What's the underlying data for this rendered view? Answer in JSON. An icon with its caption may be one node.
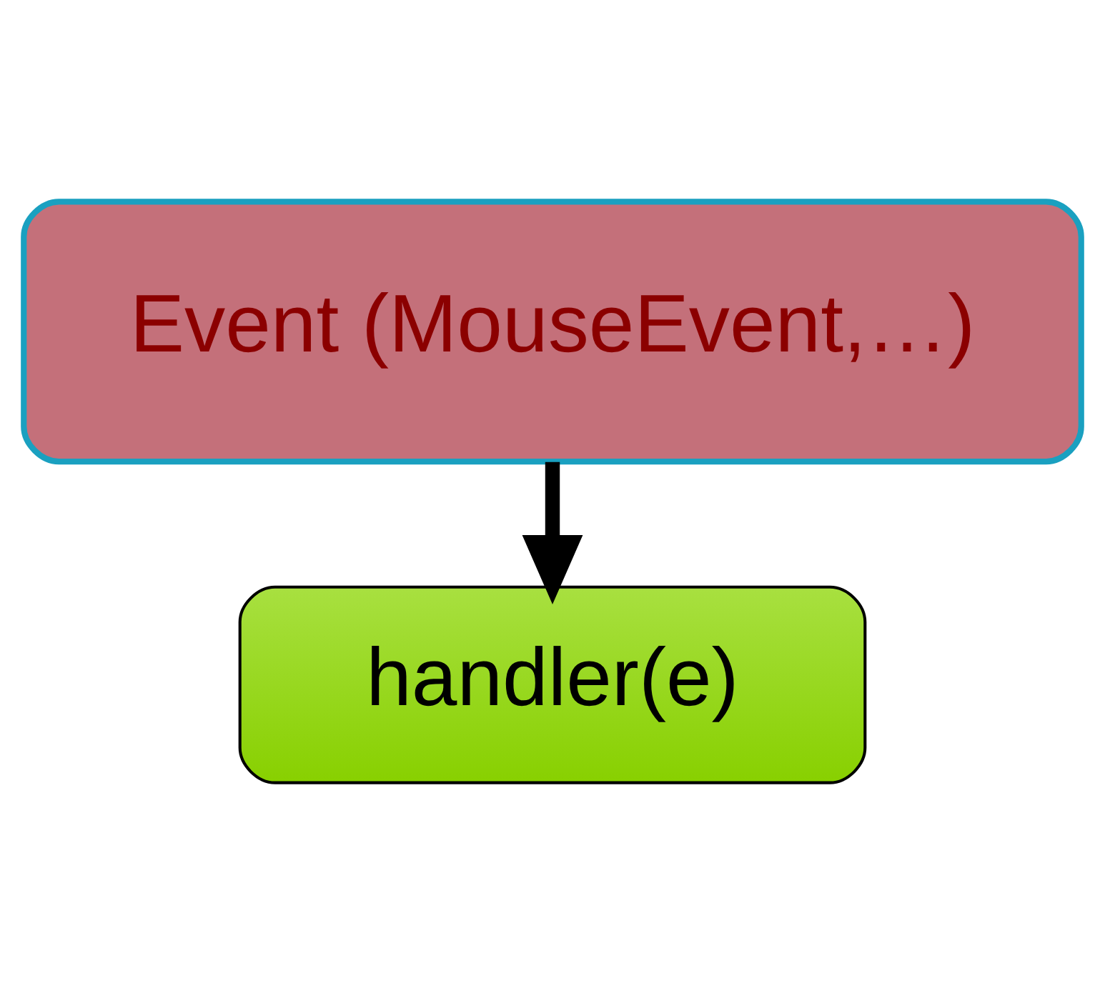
{
  "diagram": {
    "nodes": [
      {
        "text": [
          "Event (MouseEvent,…)"
        ]
      },
      {
        "text": [
          "handler(e)"
        ]
      }
    ],
    "edges": [
      {
        "from": 0,
        "to": 1,
        "arrow": "to"
      }
    ]
  }
}
